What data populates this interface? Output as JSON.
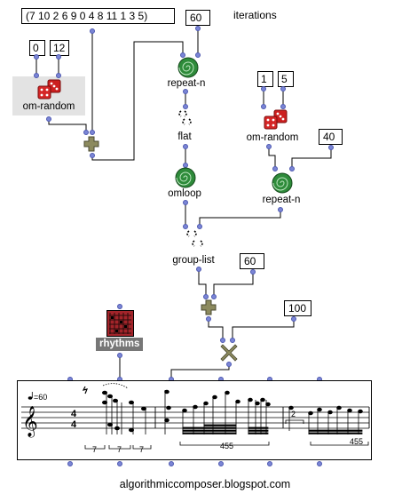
{
  "patch": {
    "pitch_list": "(7 10 2 6 9 0 4 8 11 1 3 5)",
    "iterations_value": "60",
    "iterations_label": "iterations",
    "rand1_low": "0",
    "rand1_high": "12",
    "rand1_label": "om-random",
    "repeat1_label": "repeat-n",
    "flat_label": "flat",
    "omloop_label": "omloop",
    "rand2_low": "1",
    "rand2_high": "5",
    "rand2_label": "om-random",
    "repeat2_count": "40",
    "repeat2_label": "repeat-n",
    "group_list_label": "group-list",
    "add_value": "60",
    "mult_value": "100",
    "rhythms_label": "rhythms"
  },
  "score": {
    "tempo": "=60",
    "time_sig_top": "4",
    "time_sig_bottom": "4",
    "tuplet_1": "7",
    "tuplet_2": "7",
    "tuplet_3": "7",
    "tuplet_4": "455",
    "tuplet_5": "2",
    "tuplet_6": "455"
  },
  "footer": {
    "credit": "algorithmiccomposer.blogspot.com"
  },
  "colors": {
    "connector": "#7b86d6",
    "spiral": "#2e8b3a",
    "dice": "#cc1f1f",
    "rhythms_icon": "#a3242a"
  }
}
